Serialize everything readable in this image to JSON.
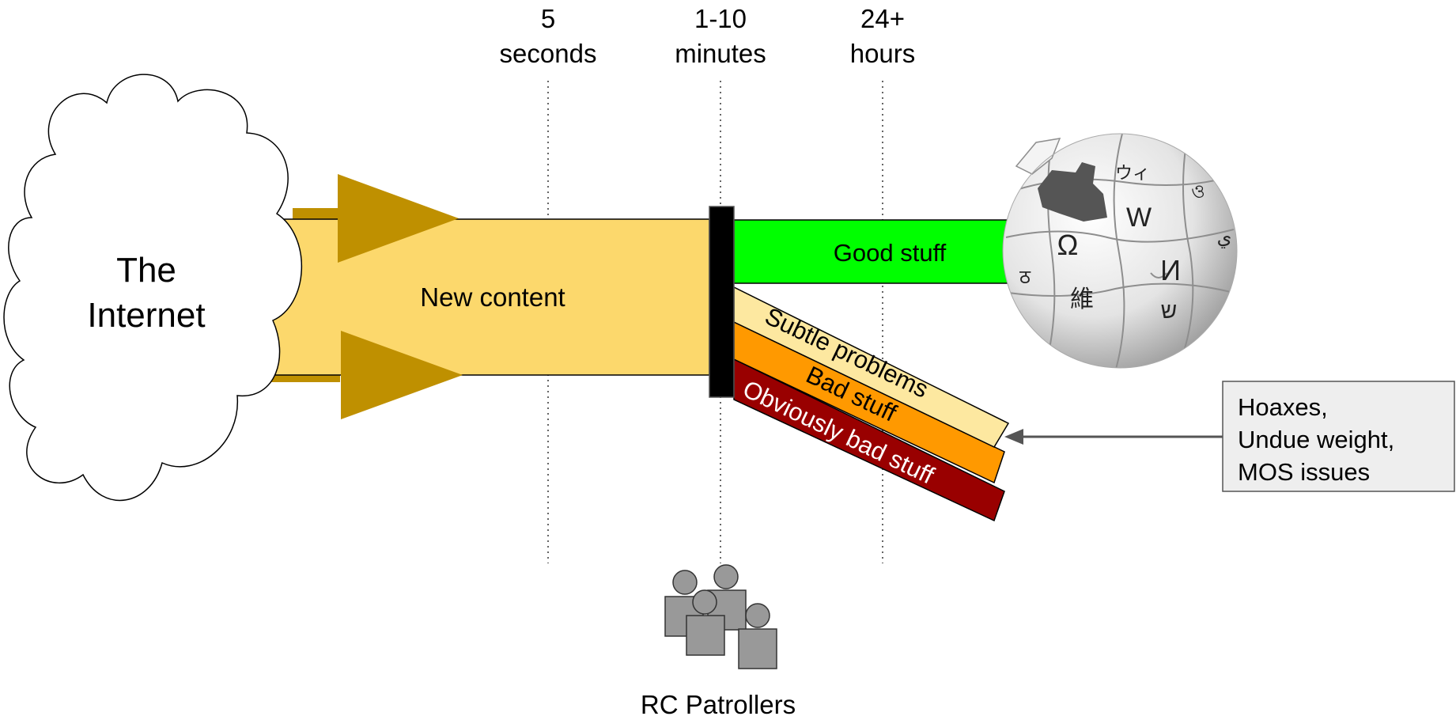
{
  "timeline": [
    {
      "line1": "5",
      "line2": "seconds"
    },
    {
      "line1": "1-10",
      "line2": "minutes"
    },
    {
      "line1": "24+",
      "line2": "hours"
    }
  ],
  "cloud": {
    "line1": "The",
    "line2": "Internet"
  },
  "flow": {
    "new_content": "New content",
    "good_stuff": "Good stuff",
    "subtle_problems": "Subtle problems",
    "bad_stuff": "Bad stuff",
    "obviously_bad_stuff": "Obviously bad stuff"
  },
  "callout": {
    "line1": "Hoaxes,",
    "line2": "Undue weight,",
    "line3": "MOS issues"
  },
  "patrollers": {
    "label": "RC Patrollers"
  },
  "globe": {
    "glyphs": [
      "W",
      "Ω",
      "И",
      "維",
      "ウィ",
      "ও",
      "ש",
      "ठ",
      "ي"
    ],
    "icon": "wikipedia-puzzle-globe-icon"
  },
  "colors": {
    "arrow": "#bf9000",
    "new_content": "#fcd86c",
    "good_stuff": "#00ff00",
    "subtle_problems": "#fde8a0",
    "bad_stuff": "#ff9900",
    "obviously_bad_stuff": "#990000",
    "filter_bar": "#000000",
    "callout_fill": "#eeeeee",
    "patroller_fill": "#999999"
  }
}
